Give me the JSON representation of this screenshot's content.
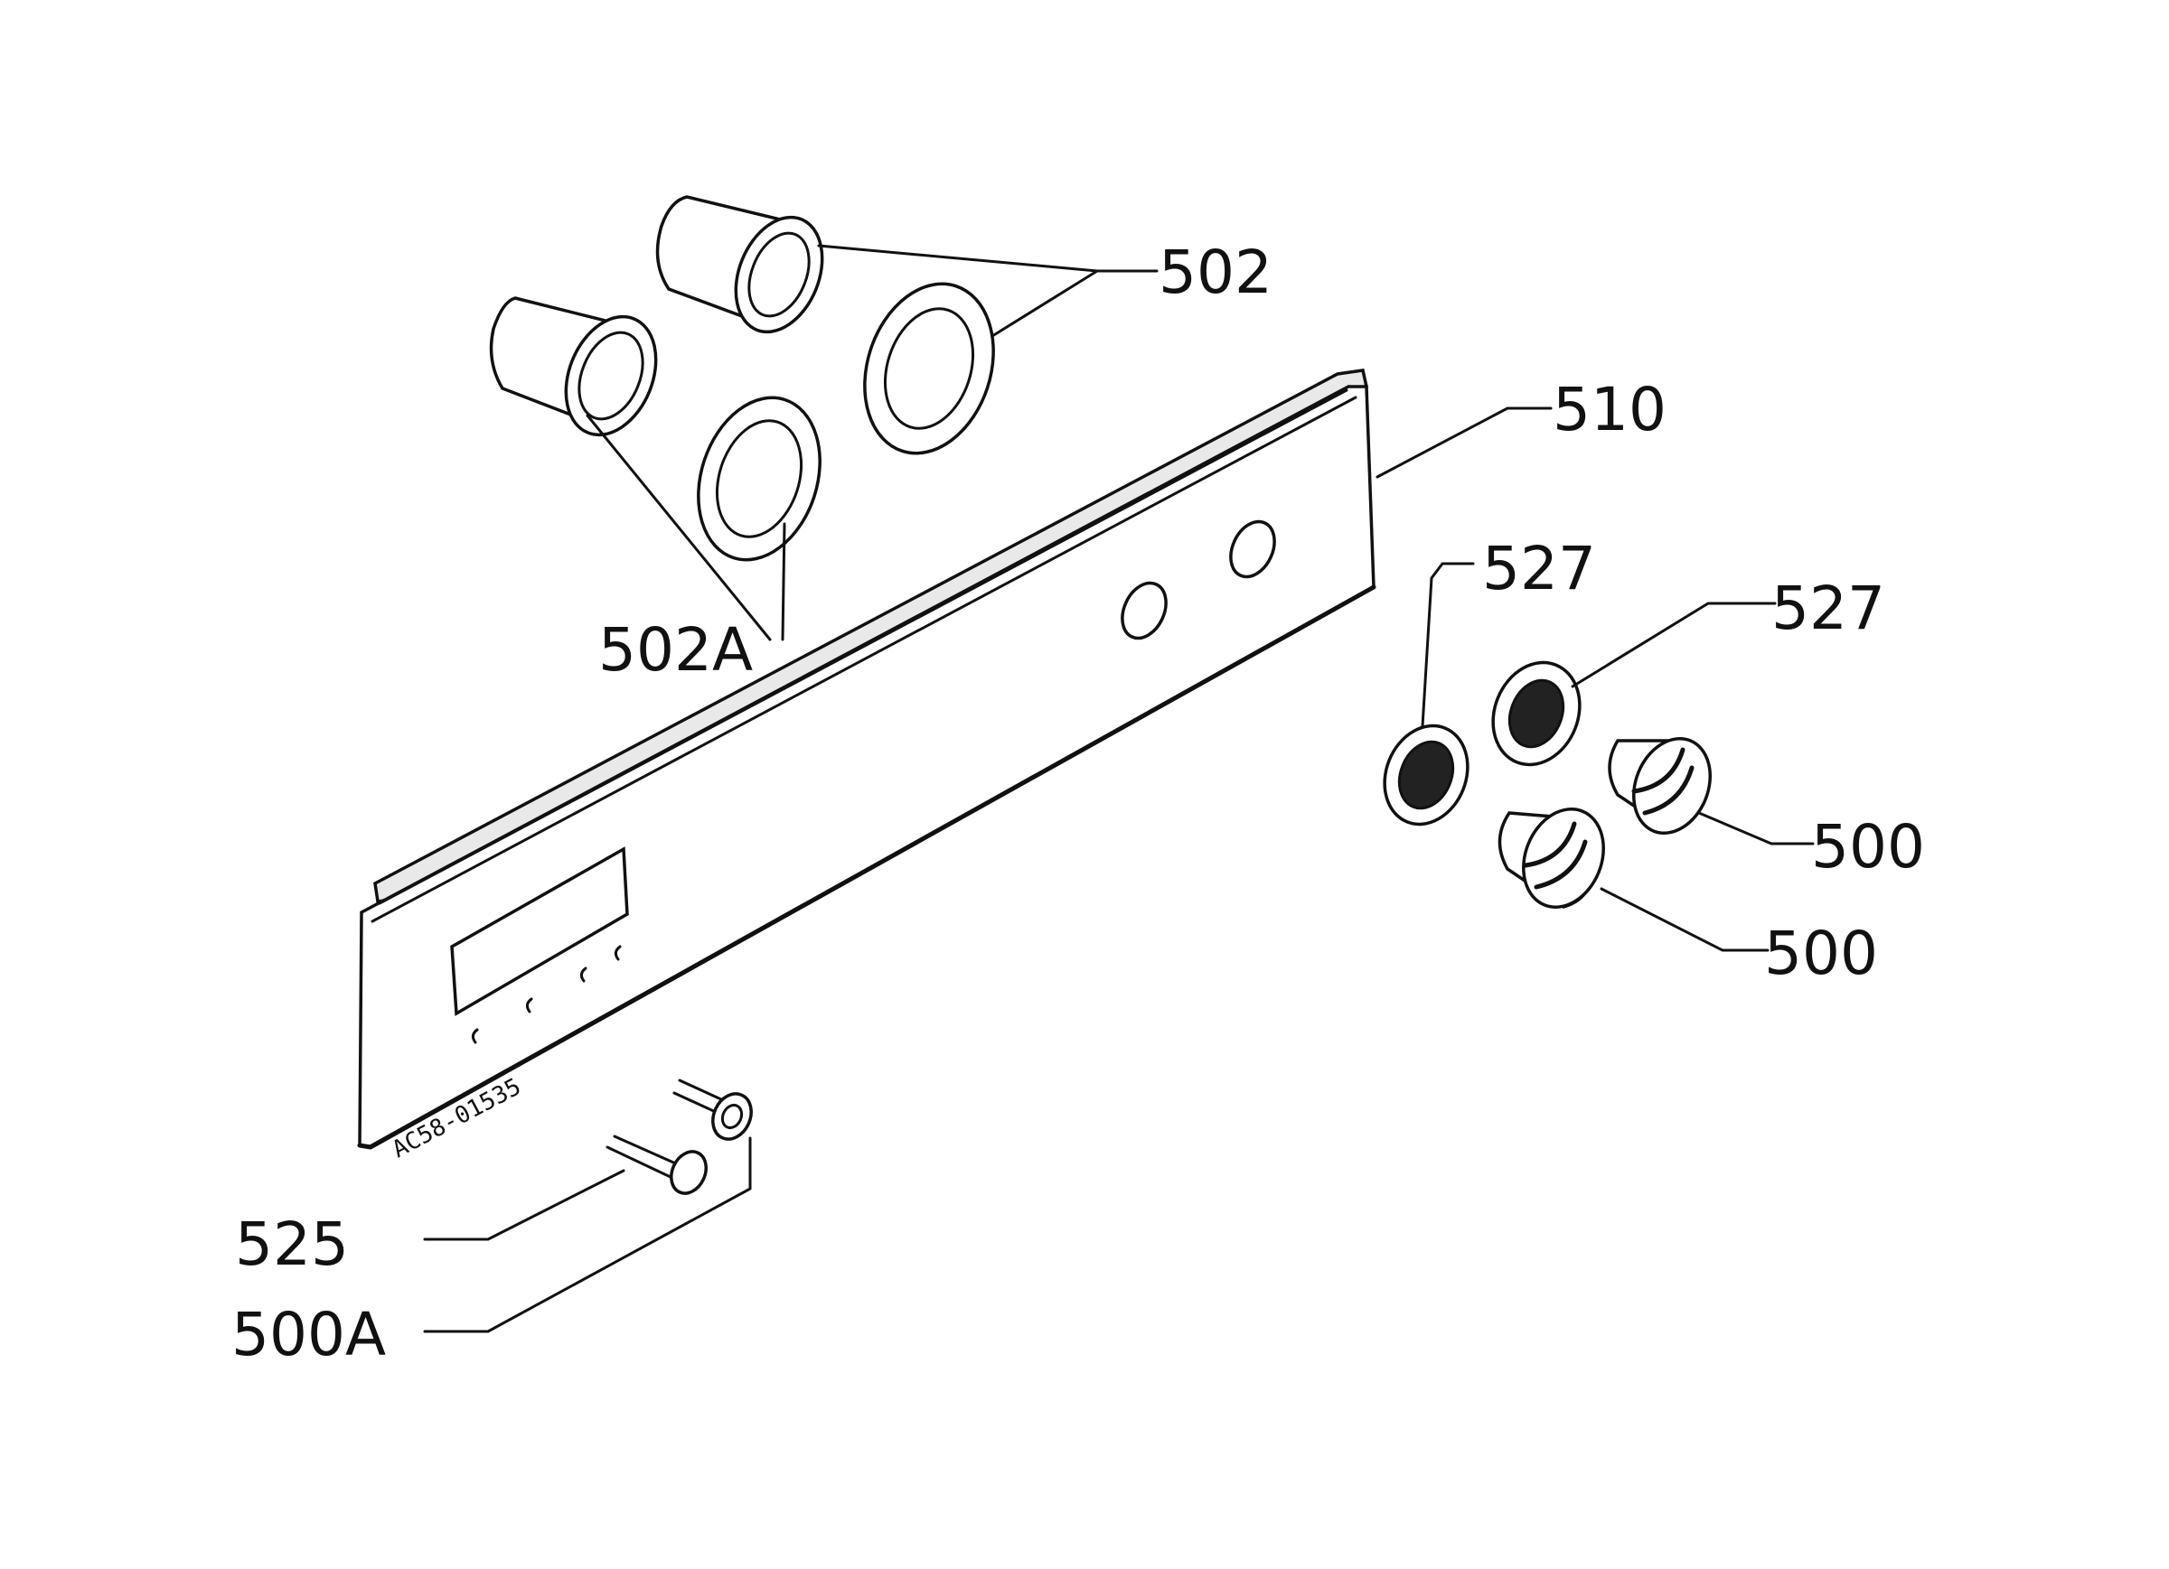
{
  "callouts": {
    "c502": "502",
    "c502a": "502A",
    "c510": "510",
    "c527_left": "527",
    "c527_right": "527",
    "c500_upper": "500",
    "c500_lower": "500",
    "c525": "525",
    "c500a": "500A"
  },
  "panel": {
    "model_code": "AC58-01535"
  },
  "colors": {
    "line": "#111111",
    "background": "#ffffff"
  }
}
